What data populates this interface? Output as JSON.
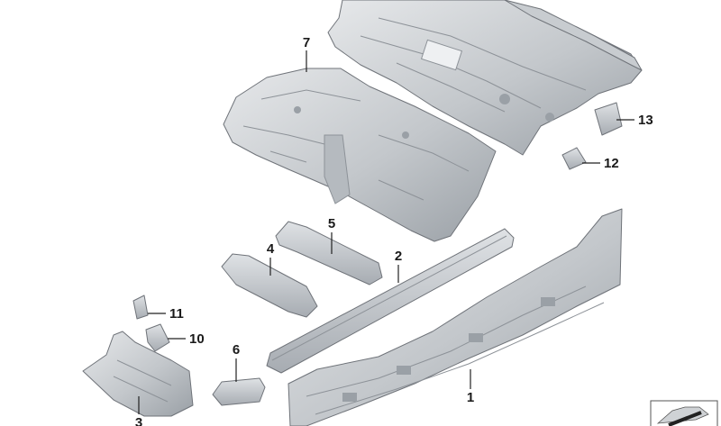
{
  "callouts": [
    {
      "id": "1",
      "text": "1"
    },
    {
      "id": "2",
      "text": "2"
    },
    {
      "id": "3",
      "text": "3"
    },
    {
      "id": "4",
      "text": "4"
    },
    {
      "id": "5",
      "text": "5"
    },
    {
      "id": "6",
      "text": "6"
    },
    {
      "id": "7",
      "text": "7"
    },
    {
      "id": "10",
      "text": "10"
    },
    {
      "id": "11",
      "text": "11"
    },
    {
      "id": "12",
      "text": "12"
    },
    {
      "id": "13",
      "text": "13"
    }
  ],
  "colors": {
    "part_light": "#d9dcdf",
    "part_mid": "#b9bdc2",
    "part_dark": "#8d9298",
    "outline": "#6f7379",
    "label": "#1a1a1a"
  },
  "icons": {
    "corner_badge": "car-body-side-icon"
  }
}
